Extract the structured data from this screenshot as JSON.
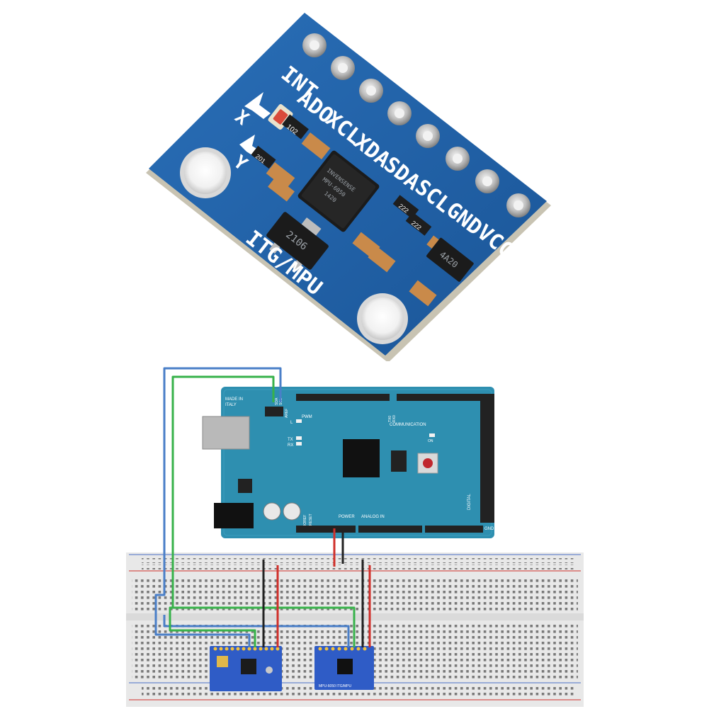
{
  "module": {
    "pin_labels": [
      "INT",
      "ADO",
      "XCL",
      "XDA",
      "SDA",
      "SCL",
      "GND",
      "VCC"
    ],
    "board_name": "ITG/MPU",
    "axis_x": "X",
    "axis_y": "Y",
    "chip_marking_1": "INVENSENSE",
    "chip_marking_2": "MPU-6050",
    "chip_marking_3": "1420",
    "regulator_marking": "2106",
    "ic_marking": "4A20",
    "resistor_marking_1": "102",
    "resistor_marking_2": "222",
    "resistor_marking_3": "222",
    "resistor_marking_4": "201"
  },
  "arduino": {
    "made_in": "MADE IN",
    "italy": "ITALY",
    "aref": "AREF",
    "pwm": "PWM",
    "communication": "COMMUNICATION",
    "l": "L",
    "tx": "TX",
    "rx": "RX",
    "on": "ON",
    "power": "POWER",
    "analog_in": "ANALOG IN",
    "digital": "DIGITAL",
    "gnd": "GND",
    "ioref": "IOREF",
    "reset": "RESET",
    "sda": "SDA",
    "scl": "SCL",
    "tx0": "TX0",
    "rx0": "RX0"
  },
  "breakout_right": {
    "label": "MPU-6050 ITG/MPU"
  },
  "colors": {
    "pcb_blue": "#1d5fa6",
    "arduino_teal": "#2e8fb0",
    "wire_blue": "#4a7fc8",
    "wire_green": "#37b24a",
    "wire_red": "#d0302b",
    "wire_black": "#222222",
    "breadboard": "#e9e9e9"
  }
}
